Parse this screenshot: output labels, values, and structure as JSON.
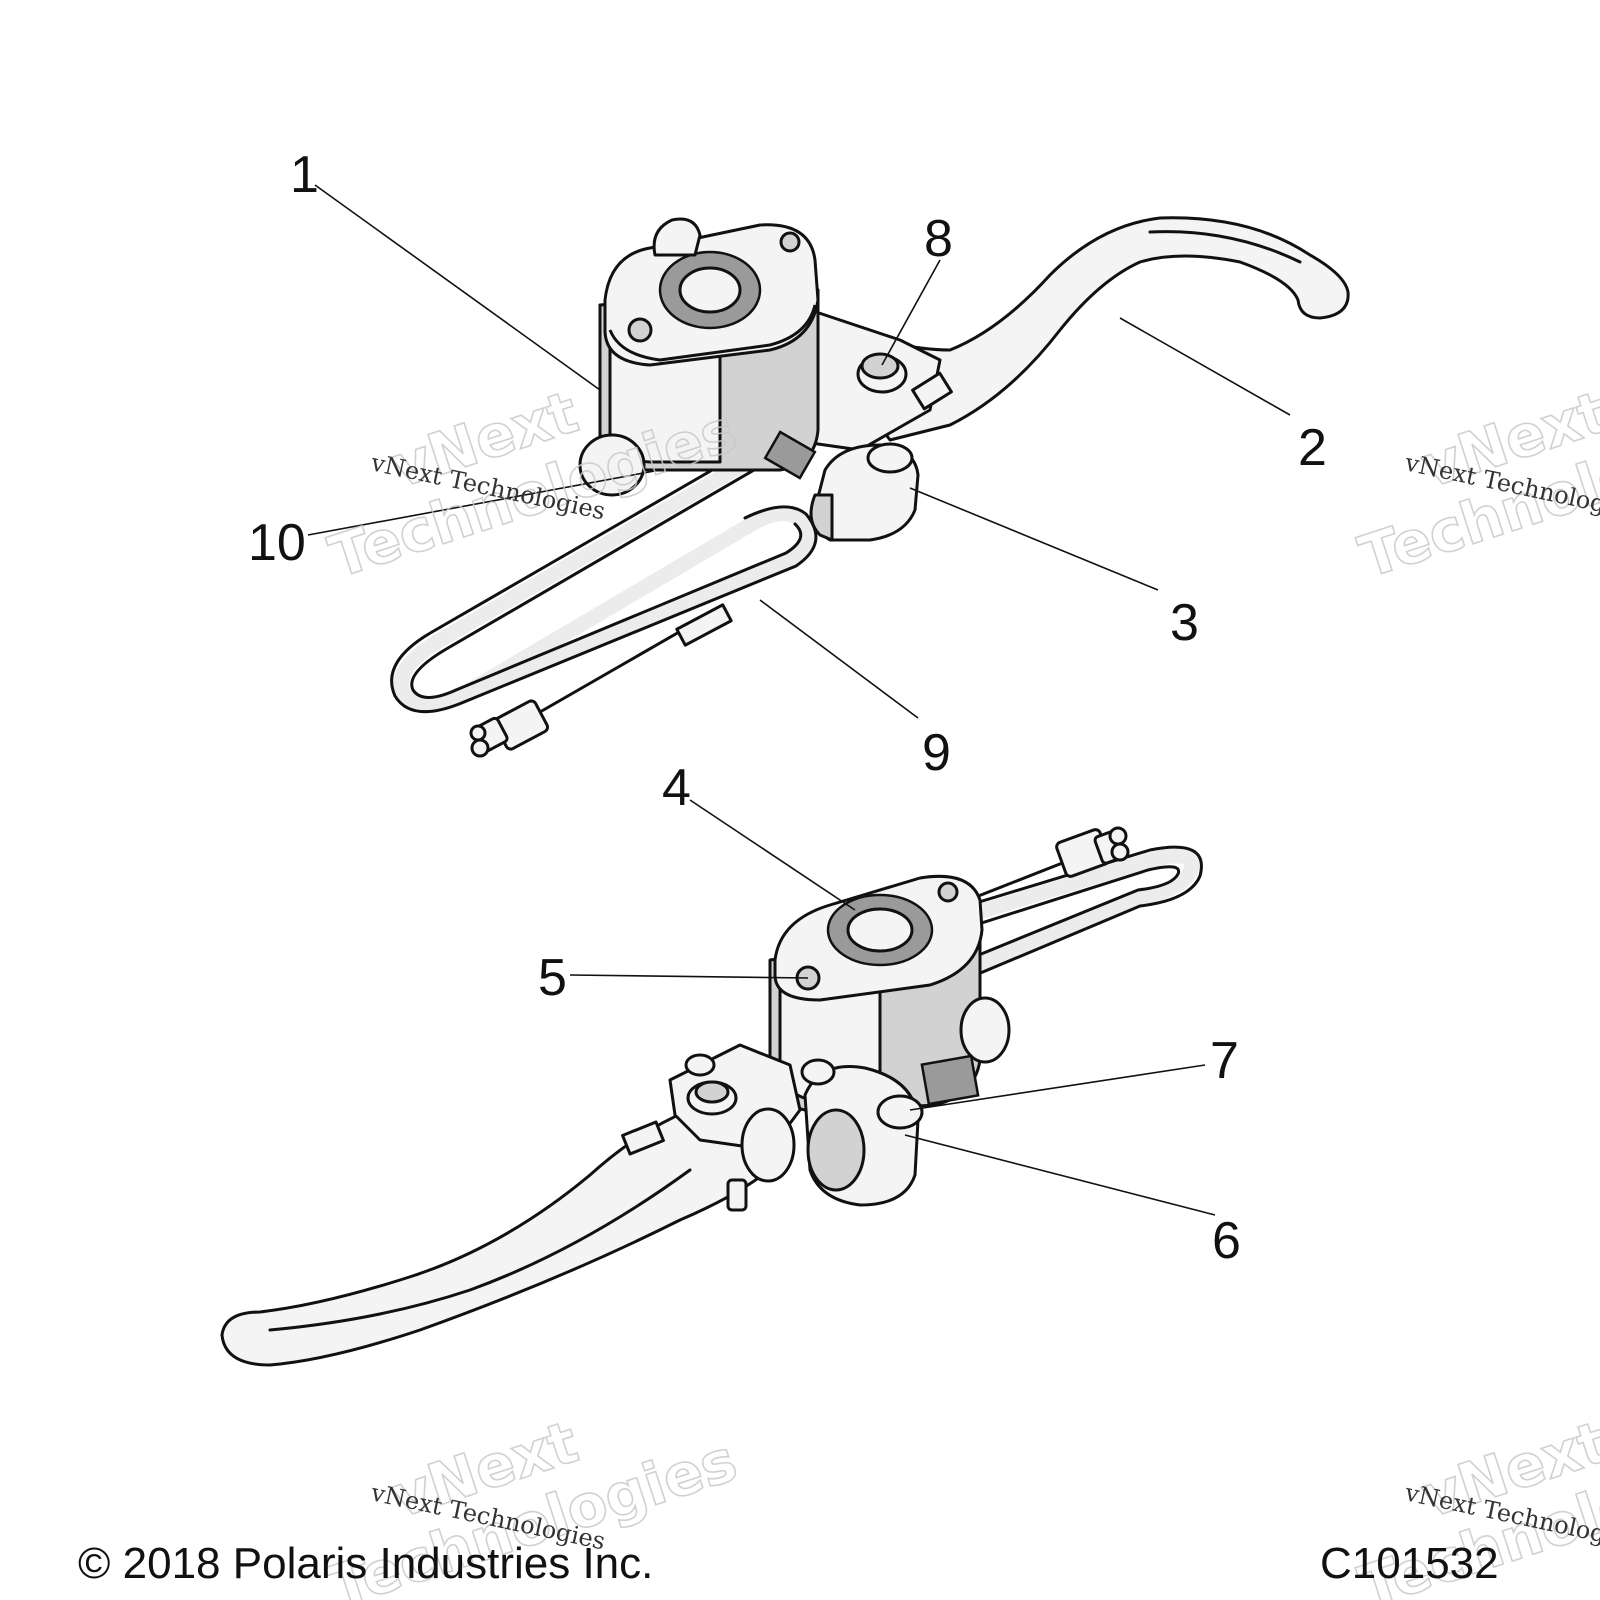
{
  "callouts": [
    {
      "number": "1"
    },
    {
      "number": "2"
    },
    {
      "number": "3"
    },
    {
      "number": "4"
    },
    {
      "number": "5"
    },
    {
      "number": "6"
    },
    {
      "number": "7"
    },
    {
      "number": "8"
    },
    {
      "number": "9"
    },
    {
      "number": "10"
    }
  ],
  "footer": {
    "copyright": "© 2018 Polaris Industries Inc.",
    "drawing_id": "C101532"
  },
  "watermark": {
    "small_text": "vNext Technologies",
    "large_line1": "vNext",
    "large_line2": "Technologies"
  }
}
